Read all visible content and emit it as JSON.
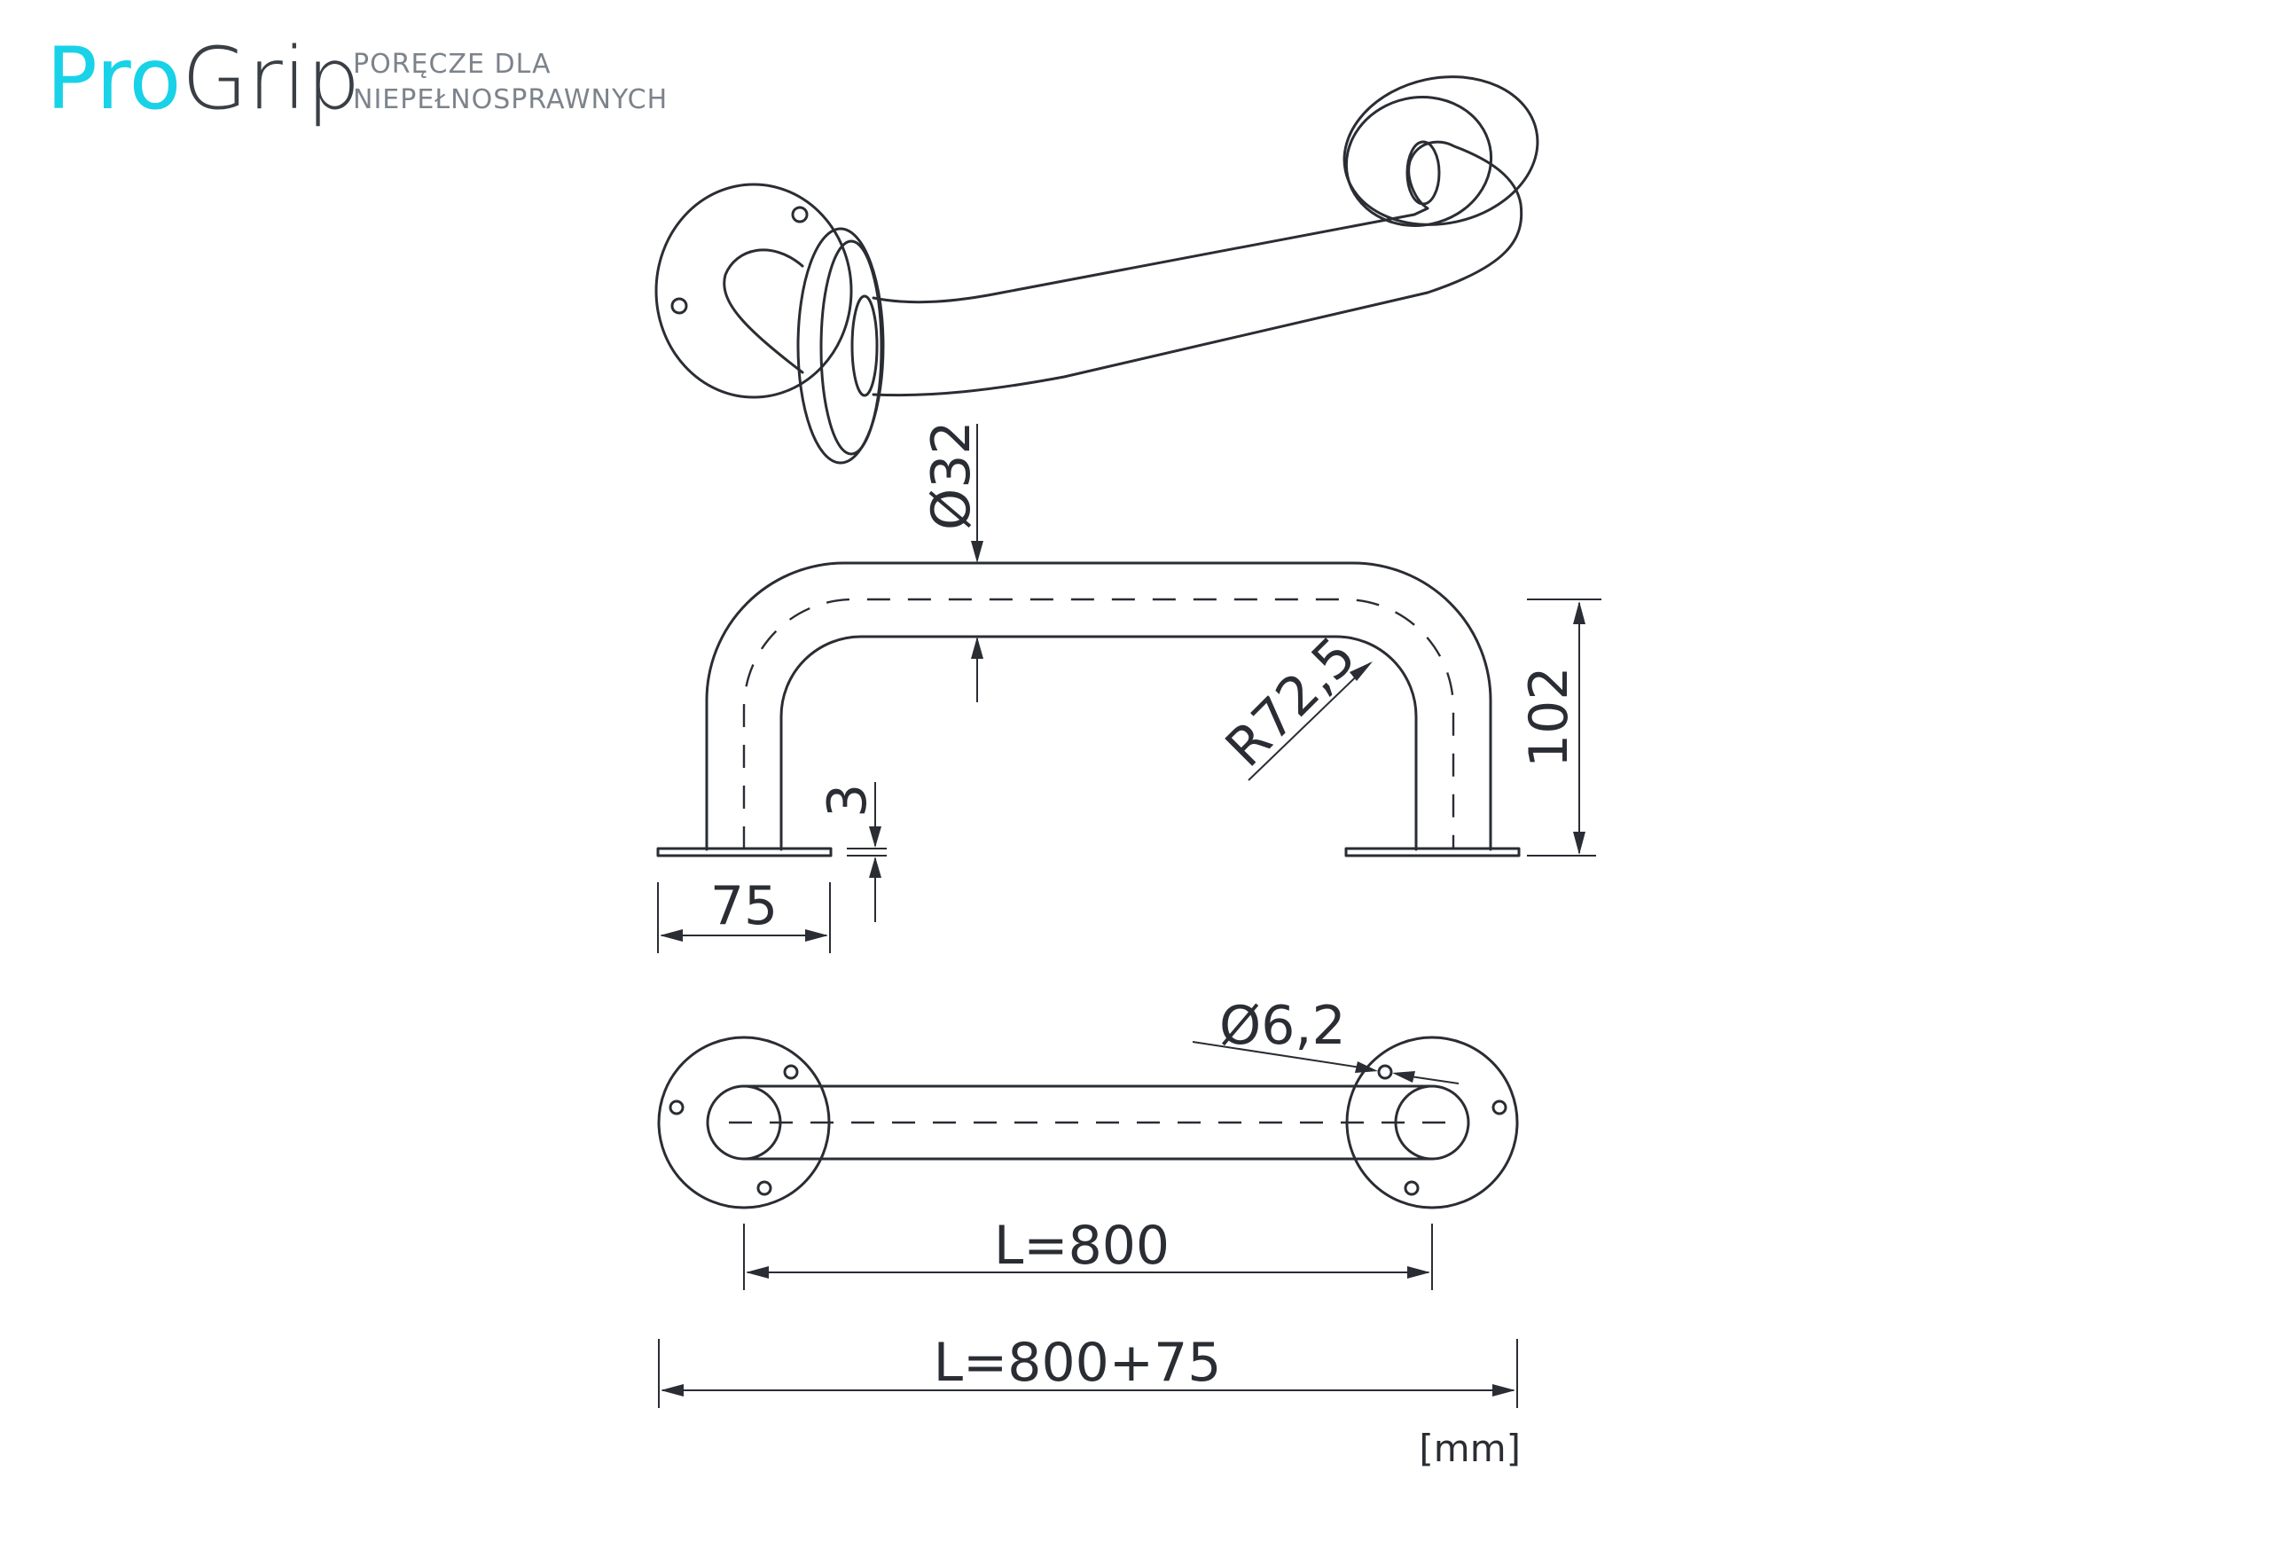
{
  "logo": {
    "brand_part1": "Pro",
    "brand_part2": "Grip",
    "tagline_line1": "PORĘCZE DLA",
    "tagline_line2": "NIEPEŁNOSPRAWNYCH",
    "colors": {
      "pro": "#18d2e8",
      "grip": "#3a3f46",
      "tagline": "#7d838b"
    }
  },
  "dimensions": {
    "tube_diameter": "Ø32",
    "height": "102",
    "radius": "R72,5",
    "plate_thickness": "3",
    "plate_width": "75",
    "hole_diameter": "Ø6,2",
    "length_inner": "L=800",
    "length_total": "L=800+75"
  },
  "units": "[mm]",
  "line_color": "#2a2d33"
}
